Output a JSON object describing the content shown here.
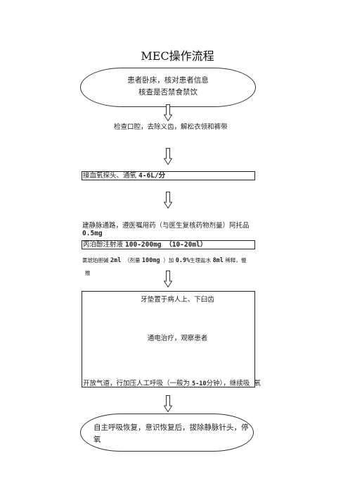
{
  "title": "MEC操作流程",
  "steps": {
    "s1_line1": "患者卧床，核对患者信息",
    "s1_line2": "核查是否禁食禁饮",
    "s2": "检查口腔，去除义齿，解松衣领和裤带",
    "s3_a": "接血氧探头、通氧",
    "s3_b": "4-6L/分",
    "s4_line1": "建静脉通路，遵医嘱用药（与医生复核药物剂量）阿托品",
    "s4_line2": "0.5mg",
    "s5_a": "丙泊酚注射液",
    "s5_b": "100-200mg （10-20ml）",
    "s6_a": "氯琥珀胆碱",
    "s6_b": "2ml",
    "s6_c": "（剂量",
    "s6_d": "100mg",
    "s6_e": "）加",
    "s6_f": "0.9%",
    "s6_g": "生理盐水",
    "s6_h": "8ml",
    "s6_i": "稀释，慢",
    "s6_line2": "推",
    "box_line1": "牙垫置于病人上、下臼齿",
    "box_line2": "通电治疗，观察患者",
    "box_line3_a": "开放气道，行加压人工呼吸（一般为",
    "box_line3_b": "5-10",
    "box_line3_c": "分钟），继续吸",
    "box_line3_d": "氧",
    "s7_line1": "自主呼吸恢复，意识恢复后，拔除静脉针头，停",
    "s7_line2": "氧"
  }
}
